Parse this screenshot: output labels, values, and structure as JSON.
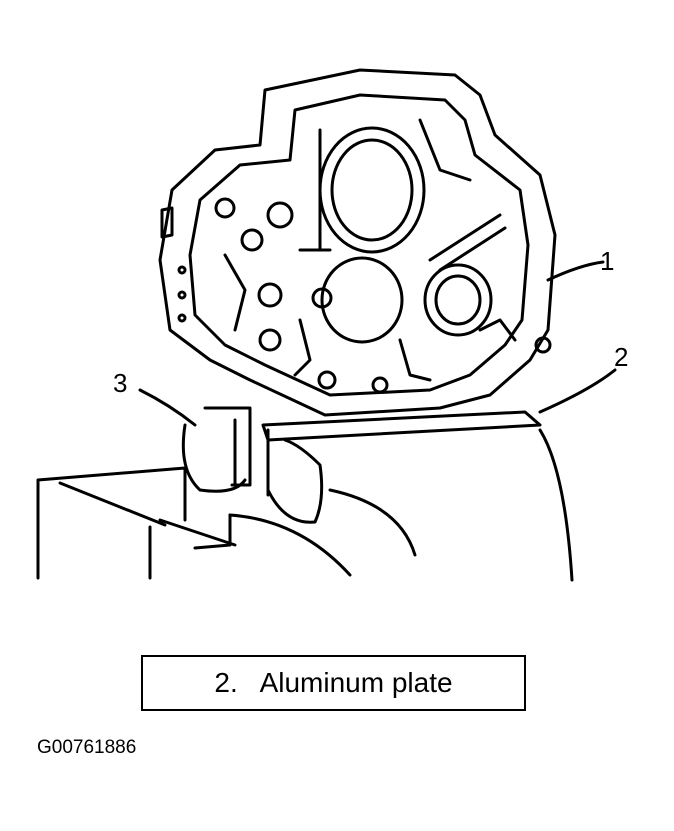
{
  "callouts": {
    "part1": "1",
    "part2": "2",
    "part3": "3"
  },
  "legend": {
    "number": "2.",
    "label": "Aluminum plate"
  },
  "figure_id": "G00761886",
  "colors": {
    "ink": "#000000",
    "background": "#ffffff"
  }
}
